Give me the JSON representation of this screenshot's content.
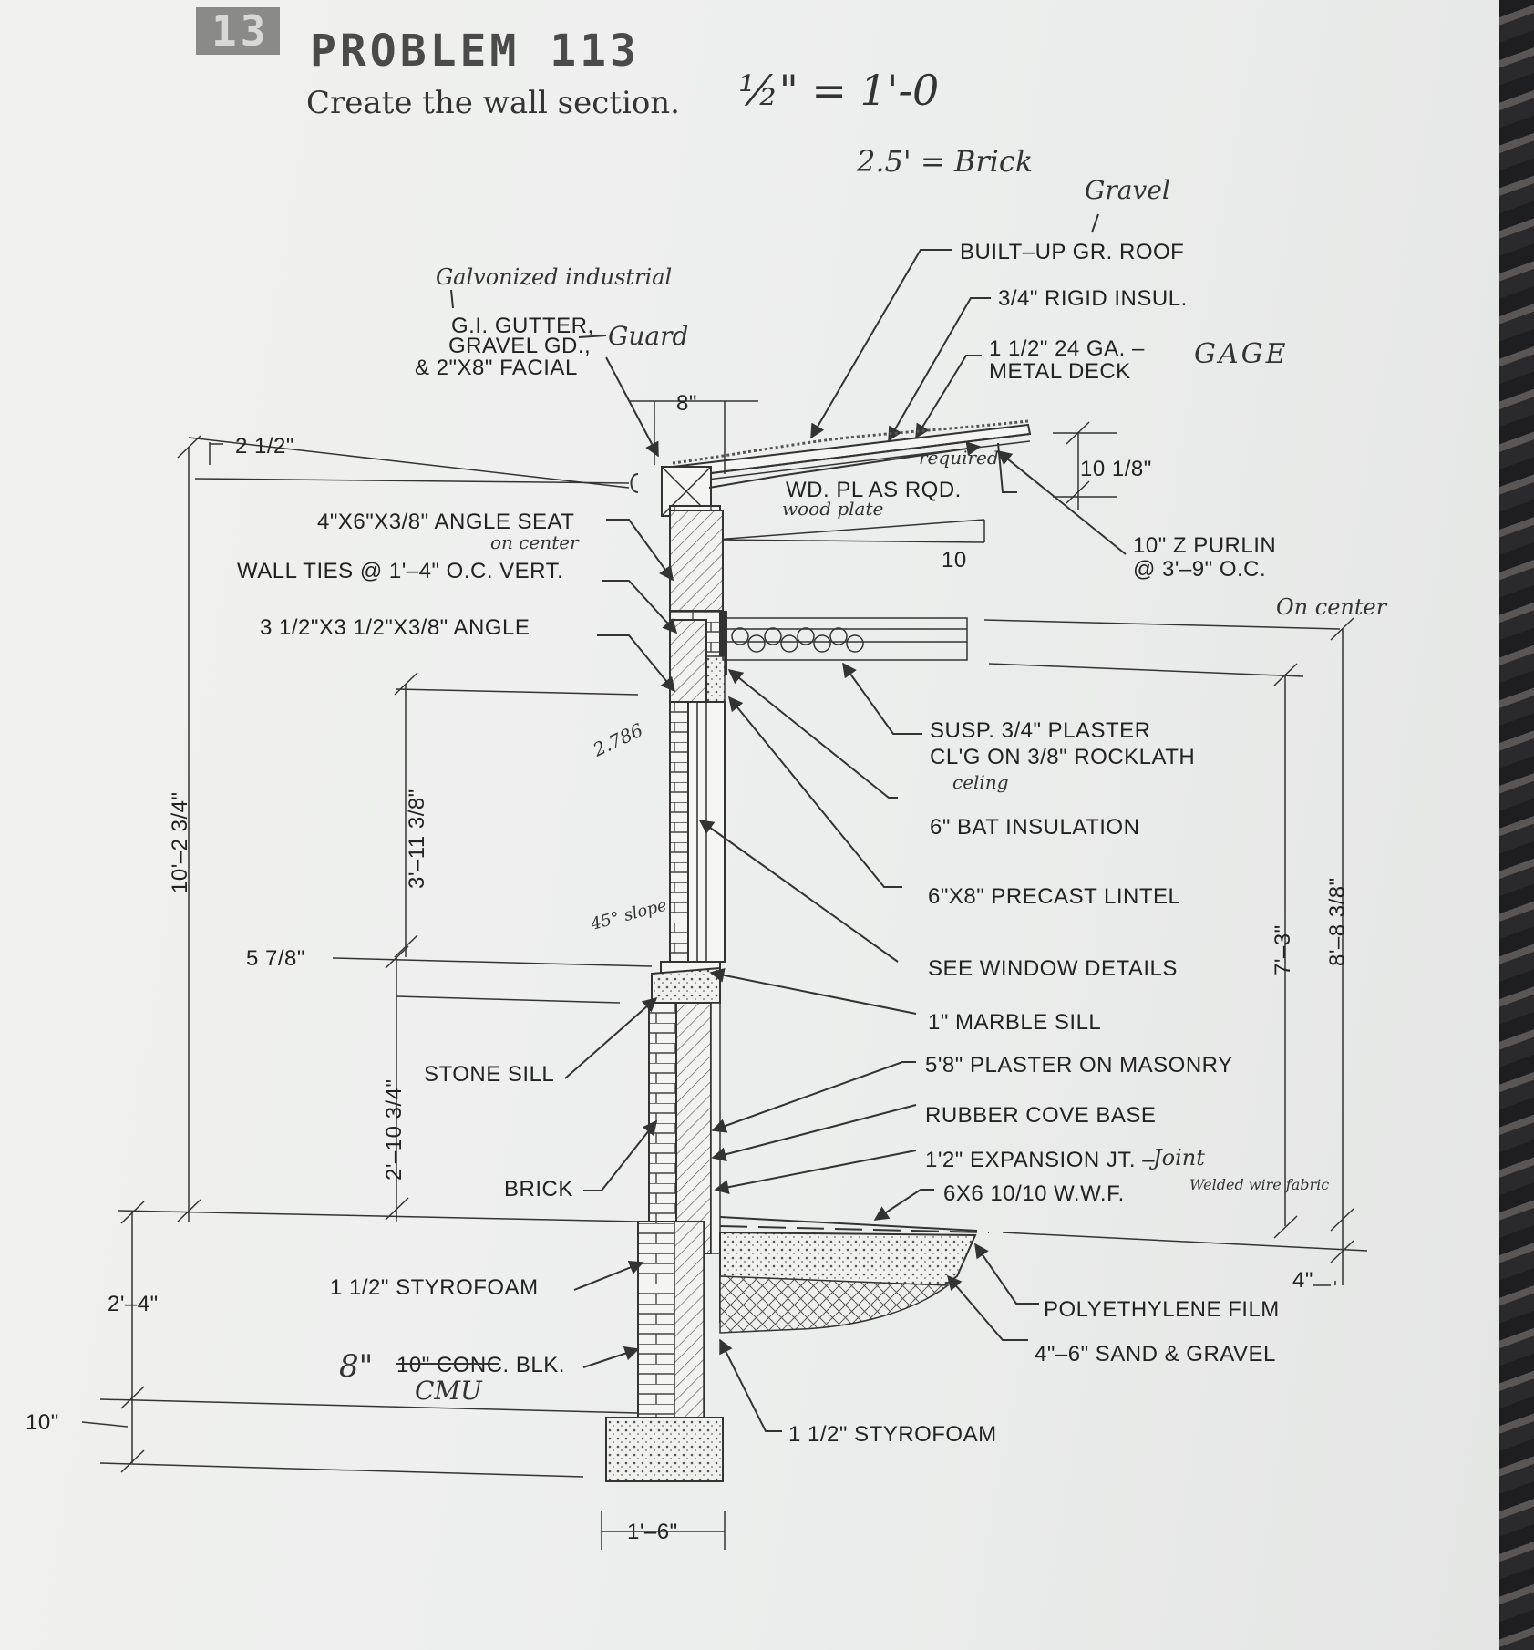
{
  "header": {
    "badge": "13",
    "title": "PROBLEM 113",
    "instruction": "Create the wall section."
  },
  "handwritten": {
    "scale": "½\" = 1'-0",
    "brick": "2.5' = Brick",
    "gravel": "Gravel",
    "galvanized": "Galvonized industrial",
    "guard": "Guard",
    "gage": "GAGE",
    "required": "required",
    "wood_plate": "wood plate",
    "on_center_1": "on center",
    "on_center_2": "On center",
    "ceiling": "celing",
    "slope_value": "2.786",
    "slope_angle": "45° slope",
    "joint": "Joint",
    "welded": "Welded wire fabric",
    "cmu_prefix": "8\"",
    "cmu": "CMU"
  },
  "callouts": {
    "roof": "BUILT–UP GR. ROOF",
    "insul": "3/4\" RIGID INSUL.",
    "deck1": "1 1/2\" 24 GA. –",
    "deck2": "METAL DECK",
    "gutter1": "G.I. GUTTER,",
    "gutter2": "GRAVEL GD.,",
    "gutter3": "& 2\"X8\" FACIAL",
    "wd_pl": "WD. PL AS RQD.",
    "angle_seat": "4\"X6\"X3/8\" ANGLE SEAT",
    "wall_ties": "WALL TIES @ 1'–4\" O.C. VERT.",
    "angle": "3 1/2\"X3 1/2\"X3/8\" ANGLE",
    "purlin1": "10\" Z PURLIN",
    "purlin2": "@ 3'–9\" O.C.",
    "plaster1": "SUSP. 3/4\" PLASTER",
    "plaster2": "CL'G ON 3/8\" ROCKLATH",
    "bat": "6\" BAT INSULATION",
    "lintel": "6\"X8\" PRECAST LINTEL",
    "window": "SEE WINDOW DETAILS",
    "marble": "1\" MARBLE SILL",
    "stone_sill": "STONE SILL",
    "plaster_masonry": "5'8\" PLASTER ON MASONRY",
    "cove": "RUBBER COVE BASE",
    "expansion": "1'2\" EXPANSION JT. –",
    "wwf": "6X6 10/10 W.W.F.",
    "brick": "BRICK",
    "styrofoam_left": "1 1/2\" STYROFOAM",
    "poly": "POLYETHYLENE FILM",
    "sand": "4\"–6\" SAND & GRAVEL",
    "conc_blk": "10\" CONC. BLK.",
    "styrofoam_bottom": "1 1/2\" STYROFOAM"
  },
  "dimensions": {
    "d_2_5": "2 1/2\"",
    "d_8": "8\"",
    "d_10_1_8": "10 1/8\"",
    "d_10": "10",
    "d_10_2_75": "10'–2 3/4\"",
    "d_3_11": "3'–11 3/8\"",
    "d_5_78": "5 7/8\"",
    "d_2_10": "2'–10 3/4\"",
    "d_2_4": "2'–4\"",
    "d_10in": "10\"",
    "d_7_3": "7'–3\"",
    "d_8_8": "8'–8 3/8\"",
    "d_4": "4\"",
    "d_1_6": "1'–6\""
  },
  "colors": {
    "paper": "#eeefed",
    "ink": "#222222",
    "pencil": "#333333"
  }
}
